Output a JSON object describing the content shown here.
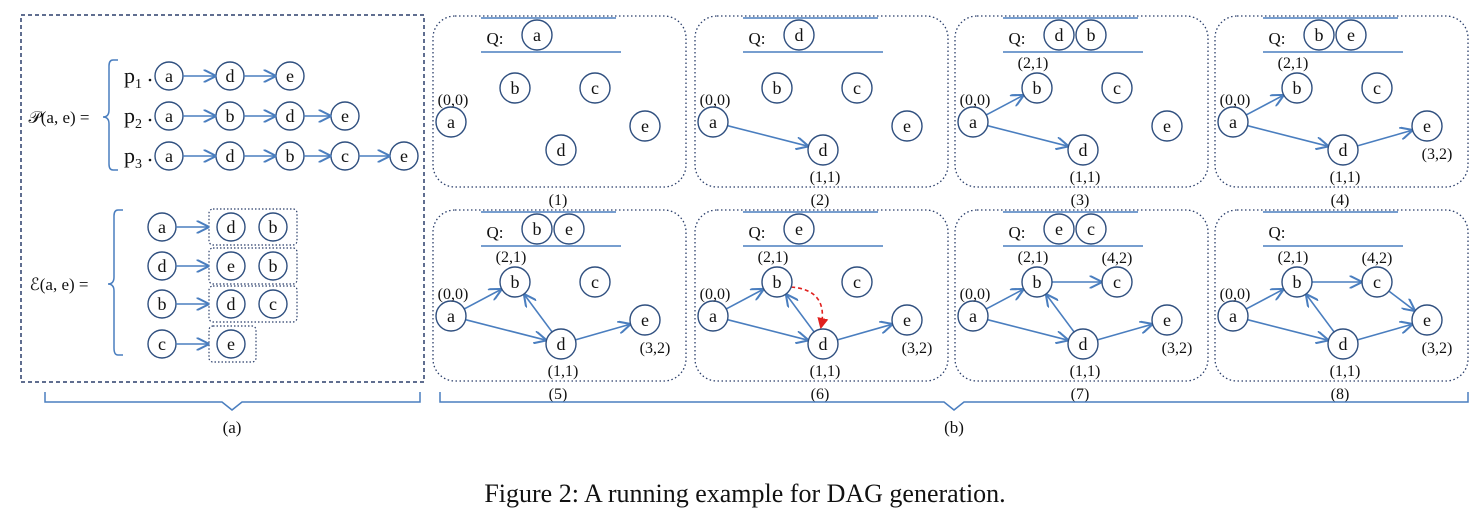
{
  "caption": "Figure 2: A running example for DAG generation.",
  "part_a": {
    "label": "(a)",
    "paths_label": "𝒫(a, e) =",
    "paths": [
      {
        "name_main": "p",
        "name_sub": "1",
        "nodes": [
          "a",
          "d",
          "e"
        ]
      },
      {
        "name_main": "p",
        "name_sub": "2",
        "nodes": [
          "a",
          "b",
          "d",
          "e"
        ]
      },
      {
        "name_main": "p",
        "name_sub": "3",
        "nodes": [
          "a",
          "d",
          "b",
          "c",
          "e"
        ]
      }
    ],
    "edges_label": "ℰ(a, e) =",
    "edges": [
      {
        "from": "a",
        "to": [
          "d",
          "b"
        ]
      },
      {
        "from": "d",
        "to": [
          "e",
          "b"
        ]
      },
      {
        "from": "b",
        "to": [
          "d",
          "c"
        ]
      },
      {
        "from": "c",
        "to": [
          "e"
        ]
      }
    ]
  },
  "part_b": {
    "label": "(b)",
    "queue_label": "Q:",
    "steps": [
      {
        "label": "(1)",
        "queue": [
          "a"
        ],
        "nodes": [
          {
            "id": "a"
          },
          {
            "id": "b"
          },
          {
            "id": "c"
          },
          {
            "id": "d"
          },
          {
            "id": "e"
          }
        ],
        "coords": {
          "a": "(0,0)"
        },
        "edges": [],
        "dashed": null
      },
      {
        "label": "(2)",
        "queue": [
          "d"
        ],
        "nodes": [
          {
            "id": "a"
          },
          {
            "id": "b"
          },
          {
            "id": "c"
          },
          {
            "id": "d"
          },
          {
            "id": "e"
          }
        ],
        "coords": {
          "a": "(0,0)",
          "d": "(1,1)"
        },
        "edges": [
          [
            "a",
            "d"
          ]
        ],
        "dashed": null
      },
      {
        "label": "(3)",
        "queue": [
          "d",
          "b"
        ],
        "nodes": [
          {
            "id": "a"
          },
          {
            "id": "b"
          },
          {
            "id": "c"
          },
          {
            "id": "d"
          },
          {
            "id": "e"
          }
        ],
        "coords": {
          "a": "(0,0)",
          "b": "(2,1)",
          "d": "(1,1)"
        },
        "edges": [
          [
            "a",
            "b"
          ],
          [
            "a",
            "d"
          ]
        ],
        "dashed": null
      },
      {
        "label": "(4)",
        "queue": [
          "b",
          "e"
        ],
        "nodes": [
          {
            "id": "a"
          },
          {
            "id": "b"
          },
          {
            "id": "c"
          },
          {
            "id": "d"
          },
          {
            "id": "e"
          }
        ],
        "coords": {
          "a": "(0,0)",
          "b": "(2,1)",
          "d": "(1,1)",
          "e": "(3,2)"
        },
        "edges": [
          [
            "a",
            "b"
          ],
          [
            "a",
            "d"
          ],
          [
            "d",
            "e"
          ]
        ],
        "dashed": null
      },
      {
        "label": "(5)",
        "queue": [
          "b",
          "e"
        ],
        "nodes": [
          {
            "id": "a"
          },
          {
            "id": "b"
          },
          {
            "id": "c"
          },
          {
            "id": "d"
          },
          {
            "id": "e"
          }
        ],
        "coords": {
          "a": "(0,0)",
          "b": "(2,1)",
          "d": "(1,1)",
          "e": "(3,2)"
        },
        "edges": [
          [
            "a",
            "b"
          ],
          [
            "a",
            "d"
          ],
          [
            "d",
            "e"
          ],
          [
            "d",
            "b"
          ]
        ],
        "dashed": null
      },
      {
        "label": "(6)",
        "queue": [
          "e"
        ],
        "nodes": [
          {
            "id": "a"
          },
          {
            "id": "b"
          },
          {
            "id": "c"
          },
          {
            "id": "d"
          },
          {
            "id": "e"
          }
        ],
        "coords": {
          "a": "(0,0)",
          "b": "(2,1)",
          "d": "(1,1)",
          "e": "(3,2)"
        },
        "edges": [
          [
            "a",
            "b"
          ],
          [
            "a",
            "d"
          ],
          [
            "d",
            "e"
          ],
          [
            "d",
            "b"
          ]
        ],
        "dashed": [
          "b",
          "d"
        ]
      },
      {
        "label": "(7)",
        "queue": [
          "e",
          "c"
        ],
        "nodes": [
          {
            "id": "a"
          },
          {
            "id": "b"
          },
          {
            "id": "c"
          },
          {
            "id": "d"
          },
          {
            "id": "e"
          }
        ],
        "coords": {
          "a": "(0,0)",
          "b": "(2,1)",
          "c": "(4,2)",
          "d": "(1,1)",
          "e": "(3,2)"
        },
        "edges": [
          [
            "a",
            "b"
          ],
          [
            "a",
            "d"
          ],
          [
            "d",
            "e"
          ],
          [
            "d",
            "b"
          ],
          [
            "b",
            "c"
          ]
        ],
        "dashed": null
      },
      {
        "label": "(8)",
        "queue": [],
        "nodes": [
          {
            "id": "a"
          },
          {
            "id": "b"
          },
          {
            "id": "c"
          },
          {
            "id": "d"
          },
          {
            "id": "e"
          }
        ],
        "coords": {
          "a": "(0,0)",
          "b": "(2,1)",
          "c": "(4,2)",
          "d": "(1,1)",
          "e": "(3,2)"
        },
        "edges": [
          [
            "a",
            "b"
          ],
          [
            "a",
            "d"
          ],
          [
            "d",
            "e"
          ],
          [
            "d",
            "b"
          ],
          [
            "b",
            "c"
          ],
          [
            "c",
            "e"
          ]
        ],
        "dashed": null
      }
    ]
  },
  "colors": {
    "edge": "#4a7ebf",
    "node_stroke": "#2f4f7f",
    "box": "#2b3f6b",
    "dashed_edge": "#e0201e"
  }
}
